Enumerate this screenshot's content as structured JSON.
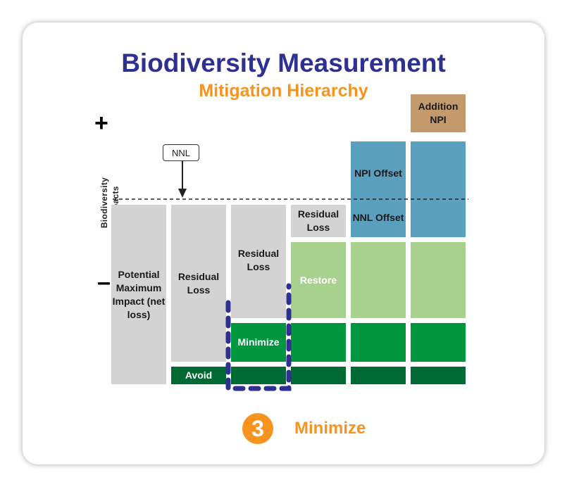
{
  "title": "Biodiversity Measurement",
  "subtitle": "Mitigation Hierarchy",
  "axis": {
    "label": "Biodiversity Impacts",
    "plus": "+",
    "minus": "–"
  },
  "baseline_marker": "NNL",
  "columns": {
    "c1": {
      "potential": "Potential Maximum Impact (net loss)"
    },
    "c2": {
      "residual": "Residual Loss",
      "avoid": "Avoid"
    },
    "c3": {
      "residual": "Residual Loss",
      "minimize": "Minimize"
    },
    "c4": {
      "residual": "Residual Loss",
      "restore": "Restore"
    },
    "c5": {
      "npi_offset": "NPI Offset",
      "nnl_offset": "NNL Offset"
    },
    "c6": {
      "addition": "Addition NPI"
    }
  },
  "step": {
    "number": "3",
    "label": "Minimize"
  },
  "colors": {
    "title": "#2e3092",
    "accent": "#f7931e",
    "residual_gray": "#d3d3d3",
    "restore_green": "#a9d18e",
    "minimize_green": "#00963f",
    "avoid_green": "#006934",
    "offset_blue": "#5b9fbf",
    "addition_tan": "#c49a6c",
    "highlight_dash": "#2e3092"
  }
}
